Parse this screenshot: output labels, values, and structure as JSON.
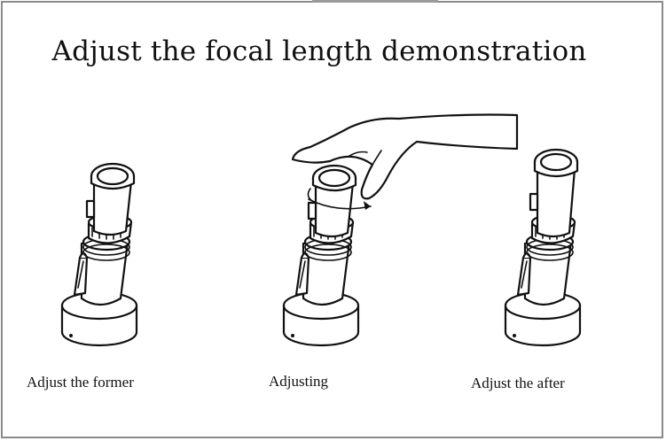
{
  "title": "Adjust the focal length demonstration",
  "steps": [
    {
      "label": "Adjust the former",
      "icon": "monocular-collapsed-icon"
    },
    {
      "label": "Adjusting",
      "icon": "monocular-adjusting-icon"
    },
    {
      "label": "Adjust the after",
      "icon": "monocular-extended-icon"
    }
  ]
}
